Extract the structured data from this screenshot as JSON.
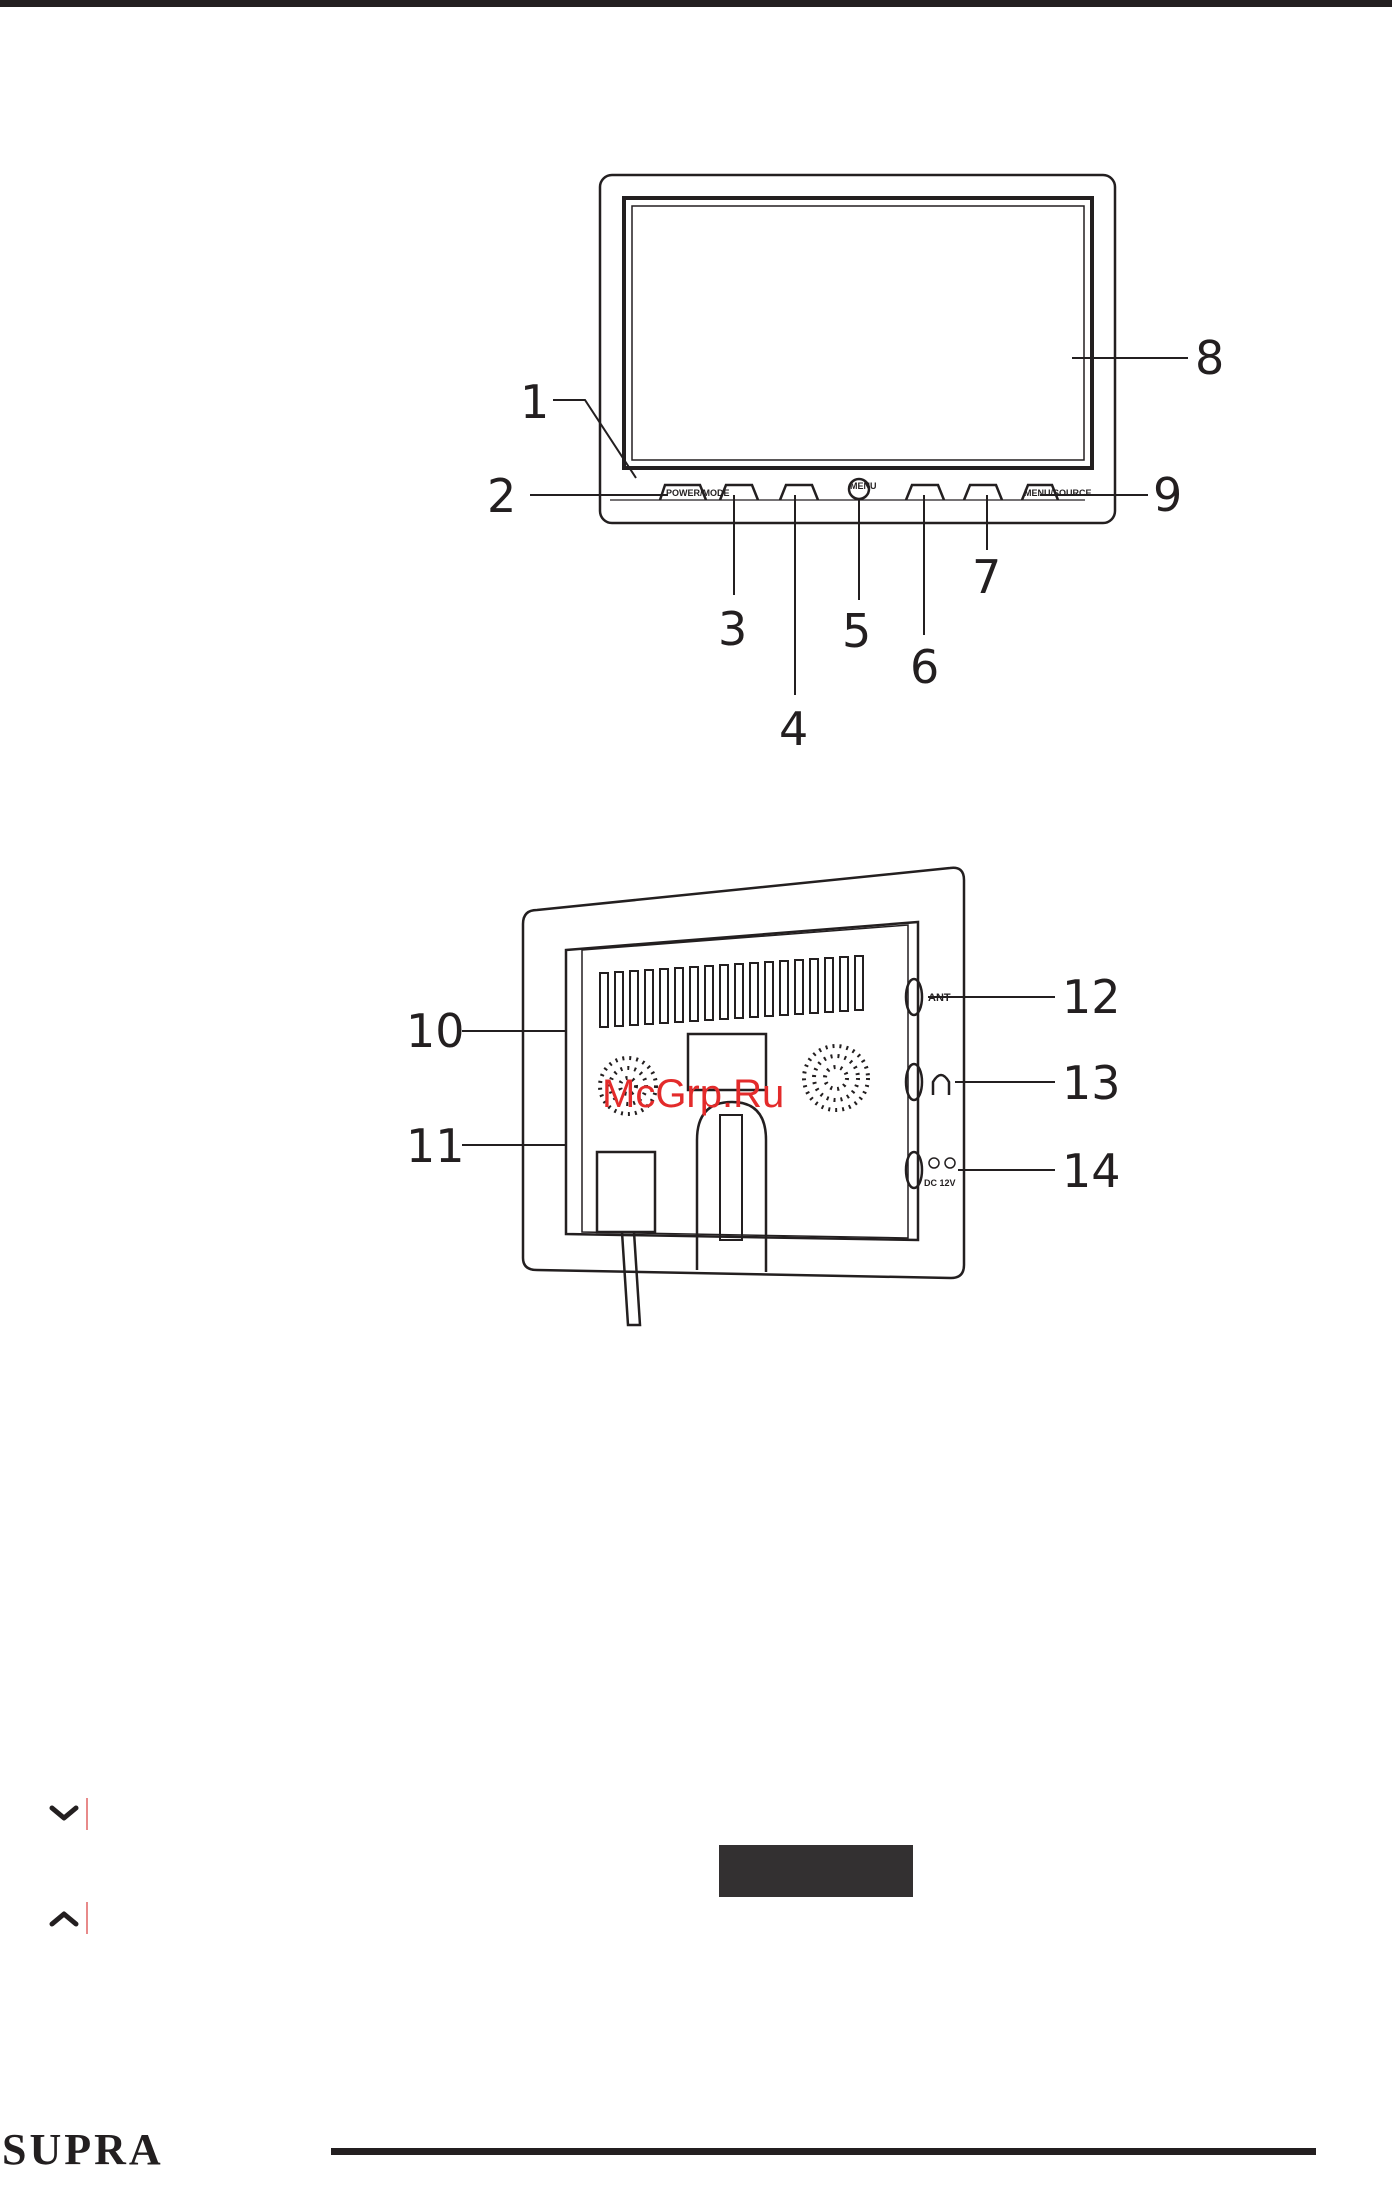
{
  "watermark": "McGrp.Ru",
  "front_figure": {
    "callouts": [
      "1",
      "2",
      "3",
      "4",
      "5",
      "6",
      "7",
      "8",
      "9"
    ],
    "button_marks": {
      "power": "POWER/MODE",
      "menu": "MENU",
      "source": "MENU/SOURCE"
    }
  },
  "rear_figure": {
    "callouts": [
      "10",
      "11",
      "12",
      "13",
      "14"
    ],
    "ports": {
      "ant": "ANT",
      "dc": "DC 12V"
    }
  },
  "navigation": {
    "next_icon": "chevron-down-icon",
    "prev_icon": "chevron-up-icon"
  },
  "footer": {
    "brand": "SUPRA"
  },
  "colors": {
    "ink": "#231f20",
    "watermark": "#e32b2b"
  }
}
